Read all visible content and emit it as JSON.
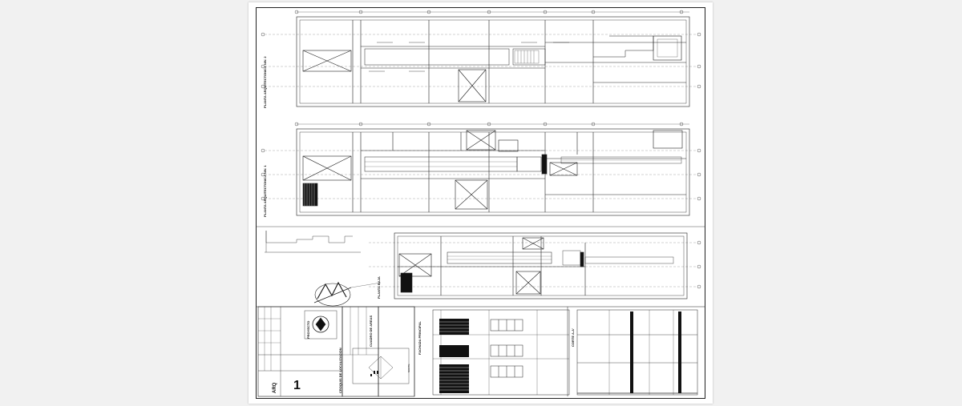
{
  "viewer": {
    "background": "#f1f1f1"
  },
  "sheet": {
    "background": "#ffffff",
    "line_color": "#222222"
  },
  "plans": [
    {
      "id": "plan-top",
      "title": "PLANTA ARQUITECTONICA NIV. 2"
    },
    {
      "id": "plan-middle",
      "title": "PLANTA ARQUITECTONICA NIV. 1"
    },
    {
      "id": "plan-lower",
      "title": "PLANTA BAJA"
    }
  ],
  "elevations": {
    "front": "FACHADA PRINCIPAL",
    "section": "CORTE A-A'"
  },
  "logo": {
    "text": "PROYECTO"
  },
  "areas_table": {
    "title": "CUADRO DE AREAS"
  },
  "location": {
    "title": "CROQUIS DE LOCALIZACION",
    "north_label": "NORTE"
  },
  "title_block": {
    "sheet_code": "ARQ",
    "sheet_number": "1"
  }
}
